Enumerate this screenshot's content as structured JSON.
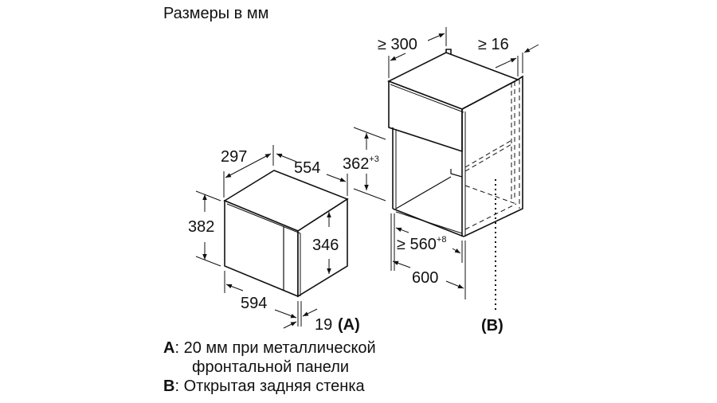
{
  "title": "Размеры в мм",
  "appliance": {
    "depth": "297",
    "width_top": "554",
    "height": "382",
    "inner_height": "346",
    "width_front": "594",
    "front_offset": "19",
    "front_offset_note": "(A)"
  },
  "niche": {
    "depth_min": "≥ 300",
    "gap_min": "≥ 16",
    "height": "362",
    "height_tol": "+3",
    "width_min": "≥ 560",
    "width_tol": "+8",
    "cabinet_width": "600",
    "back_note": "(B)"
  },
  "legend": [
    {
      "key": "A",
      "sep": ": ",
      "text": "20 мм при металлической",
      "cont": "фронтальной панели"
    },
    {
      "key": "B",
      "sep": ": ",
      "text": "Открытая задняя стенка"
    }
  ],
  "colors": {
    "line": "#111111",
    "background": "#ffffff"
  }
}
